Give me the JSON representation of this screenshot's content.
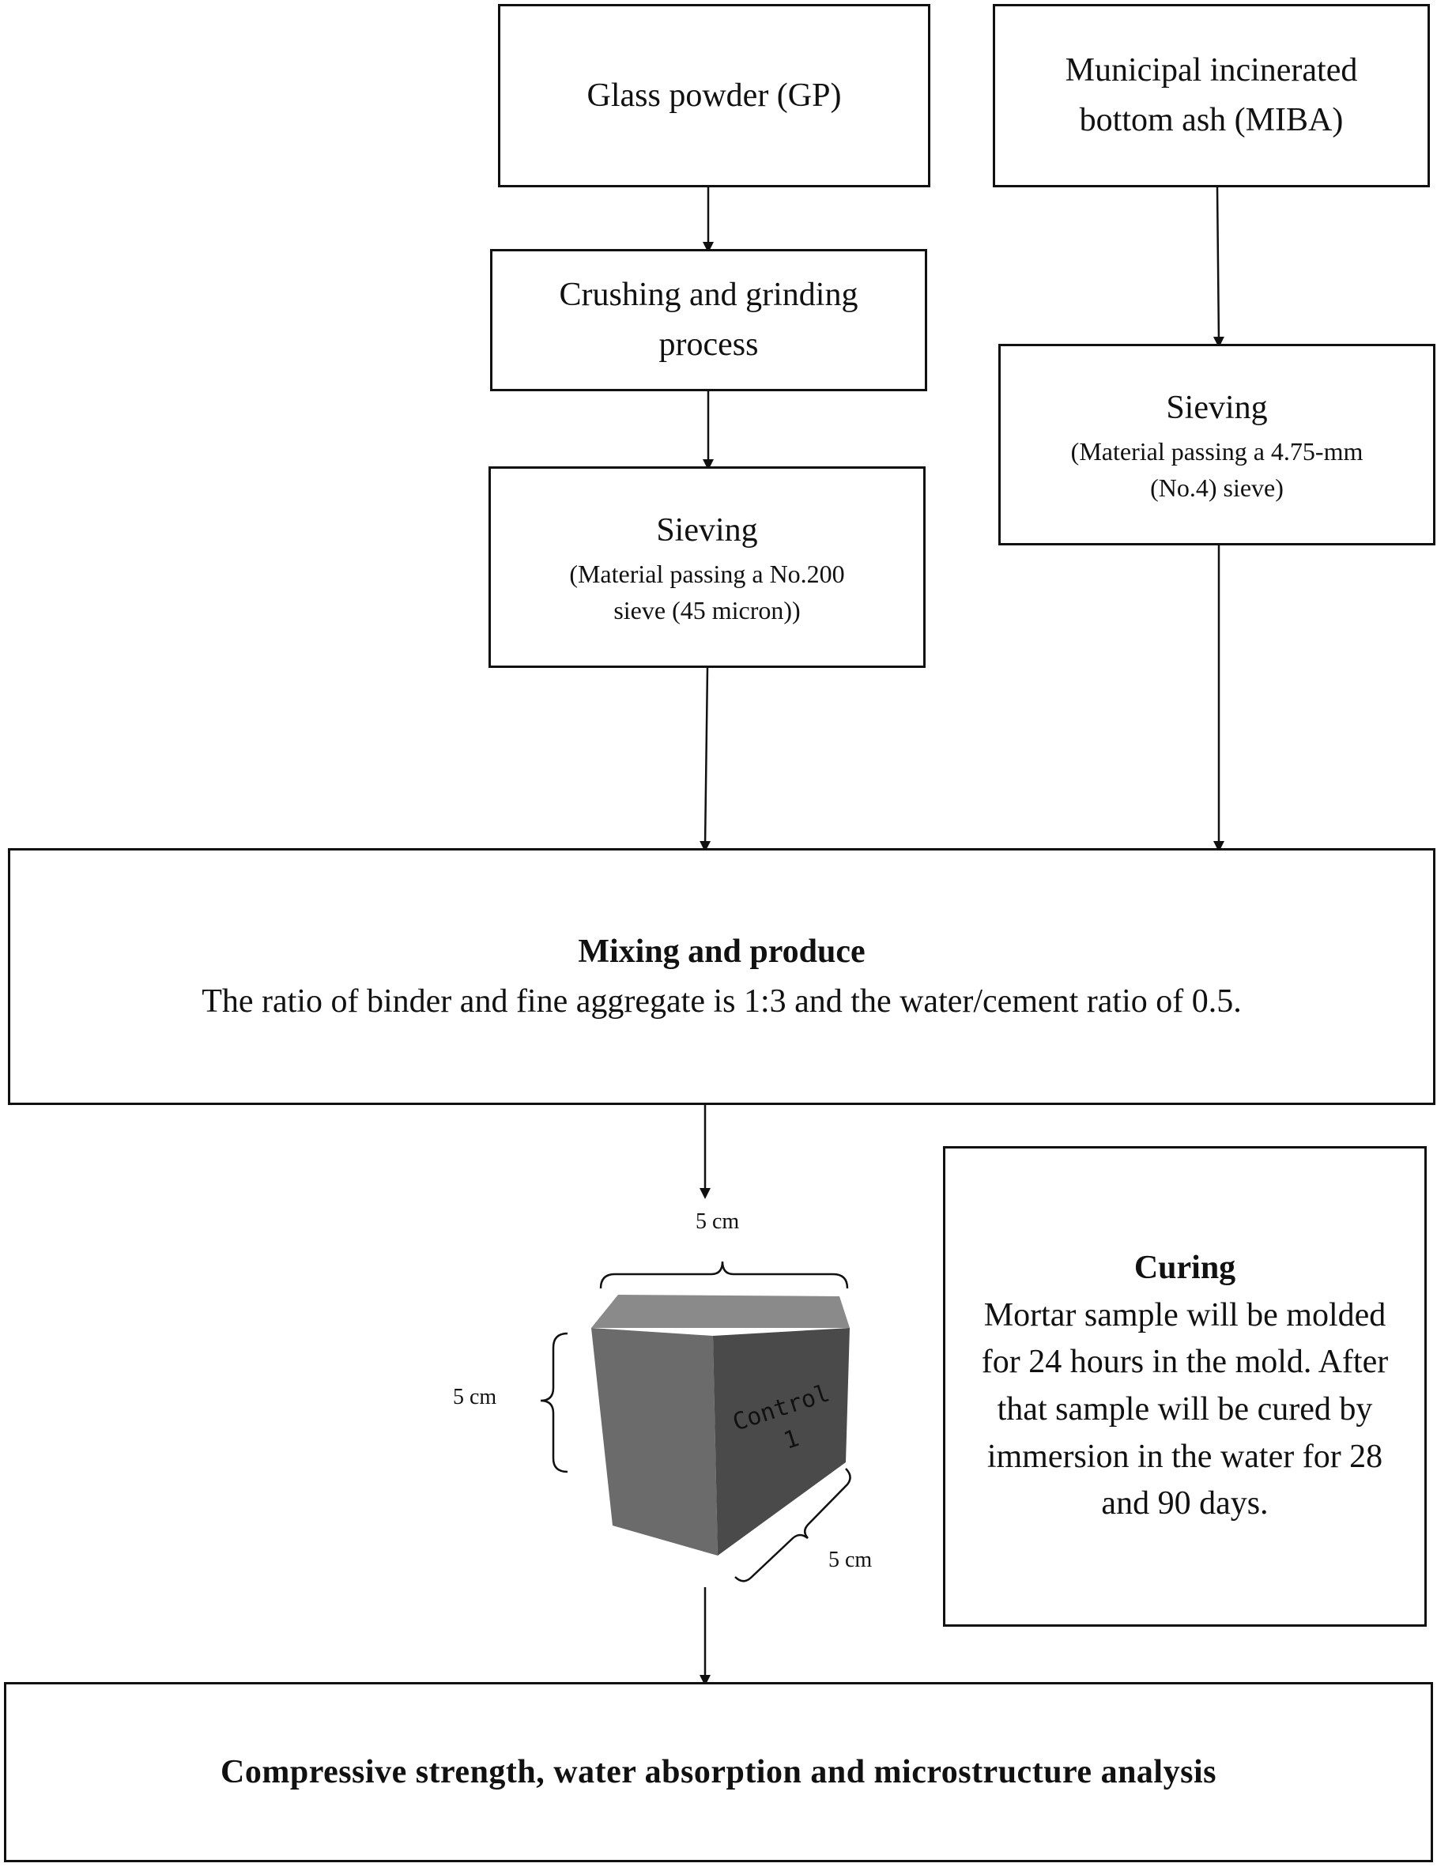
{
  "boxes": {
    "gp": {
      "line1": "Glass powder (GP)"
    },
    "miba": {
      "line1": "Municipal incinerated",
      "line2": "bottom ash (MIBA)"
    },
    "crush": {
      "line1": "Crushing and grinding",
      "line2": "process"
    },
    "sieve_gp": {
      "title": "Sieving",
      "detail1": "(Material passing a No.200",
      "detail2": "sieve (45 micron))"
    },
    "sieve_miba": {
      "title": "Sieving",
      "detail1": "(Material passing a 4.75-mm",
      "detail2": "(No.4) sieve)"
    },
    "mix": {
      "title": "Mixing and produce",
      "text": "The ratio of binder and fine aggregate is 1:3 and the water/cement ratio of 0.5."
    },
    "cure": {
      "title": "Curing",
      "text": "Mortar sample will be molded for 24 hours in the mold. After that sample will be cured by immersion in the water for 28 and 90 days."
    },
    "result": {
      "title": "Compressive strength, water absorption and microstructure analysis"
    }
  },
  "sample": {
    "cube_label": "Control 1",
    "dim_top": "5 cm",
    "dim_left": "5 cm",
    "dim_right": "5 cm"
  },
  "colors": {
    "line": "#111111",
    "cube_dark": "#4a4a4a",
    "cube_mid": "#6b6b6b",
    "cube_light": "#8a8a8a"
  }
}
